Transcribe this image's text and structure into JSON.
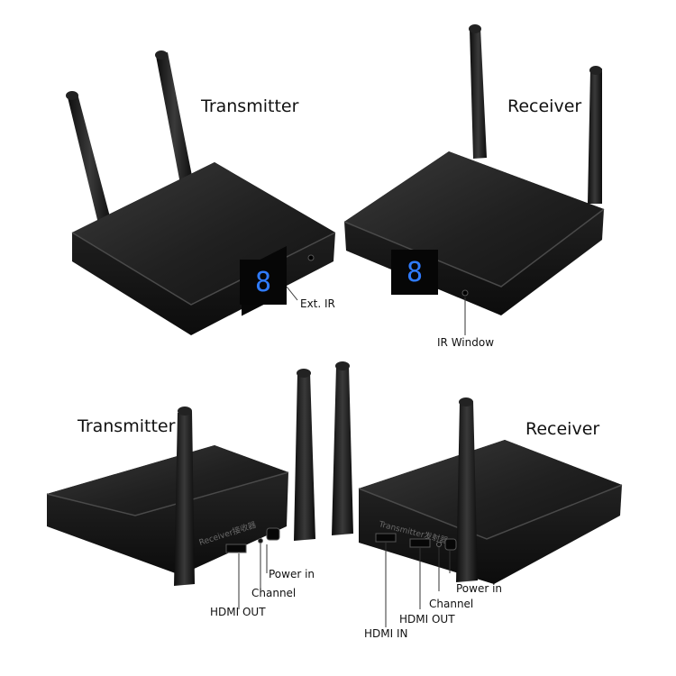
{
  "top_left": {
    "title": "Transmitter",
    "callout": "Ext. IR",
    "display_digit": "8"
  },
  "top_right": {
    "title": "Receiver",
    "callout": "IR Window",
    "display_digit": "8"
  },
  "bottom_left": {
    "title": "Transmitter",
    "panel_text": "Receiver接收器",
    "callouts": {
      "power": "Power in",
      "channel": "Channel",
      "hdmi_out": "HDMI OUT"
    }
  },
  "bottom_right": {
    "title": "Receiver",
    "panel_text": "Transmitter发射器",
    "callouts": {
      "power": "Power in",
      "channel": "Channel",
      "hdmi_out": "HDMI OUT",
      "hdmi_in": "HDMI IN"
    }
  },
  "colors": {
    "device_body": "#1a1a1a",
    "device_top": "#2a2a2a",
    "display_blue": "#2f7bff",
    "label_text": "#111111"
  }
}
